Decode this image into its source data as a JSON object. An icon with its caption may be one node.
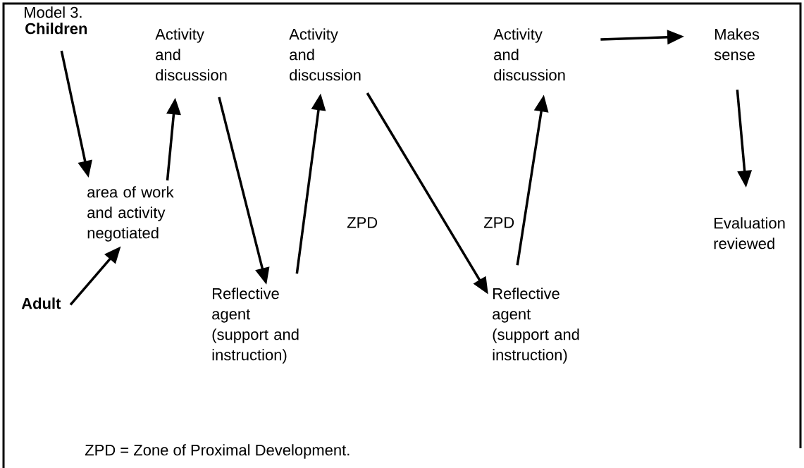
{
  "diagram": {
    "title": "Model 3.",
    "caption": "ZPD = Zone of Proximal Development.",
    "nodes": [
      {
        "text": [
          "Children"
        ]
      },
      {
        "text": [
          "Activity and discussion"
        ]
      },
      {
        "text": [
          "Activity and discussion"
        ]
      },
      {
        "text": [
          "Activity and discussion"
        ]
      },
      {
        "text": [
          "Makes sense"
        ]
      },
      {
        "text": [
          "area of work and activity negotiated"
        ]
      },
      {
        "text": [
          "Evaluation reviewed"
        ]
      },
      {
        "text": [
          "Adult"
        ]
      },
      {
        "text": [
          "Reflective agent (support and instruction)"
        ]
      },
      {
        "text": [
          "Reflective agent (support and instruction)"
        ]
      }
    ],
    "edges": [
      {
        "from": 0,
        "to": 5,
        "arrow": "to"
      },
      {
        "from": 5,
        "to": 1,
        "arrow": "to"
      },
      {
        "from": 7,
        "to": 5,
        "arrow": "to"
      },
      {
        "from": 1,
        "to": 8,
        "arrow": "to"
      },
      {
        "from": 8,
        "to": 2,
        "arrow": "to"
      },
      {
        "from": 2,
        "to": 9,
        "arrow": "to"
      },
      {
        "from": 9,
        "to": 3,
        "arrow": "to"
      },
      {
        "from": 3,
        "to": 4,
        "arrow": "to"
      },
      {
        "from": 4,
        "to": 6,
        "arrow": "to"
      }
    ],
    "labels": [
      "ZPD",
      "ZPD"
    ]
  }
}
